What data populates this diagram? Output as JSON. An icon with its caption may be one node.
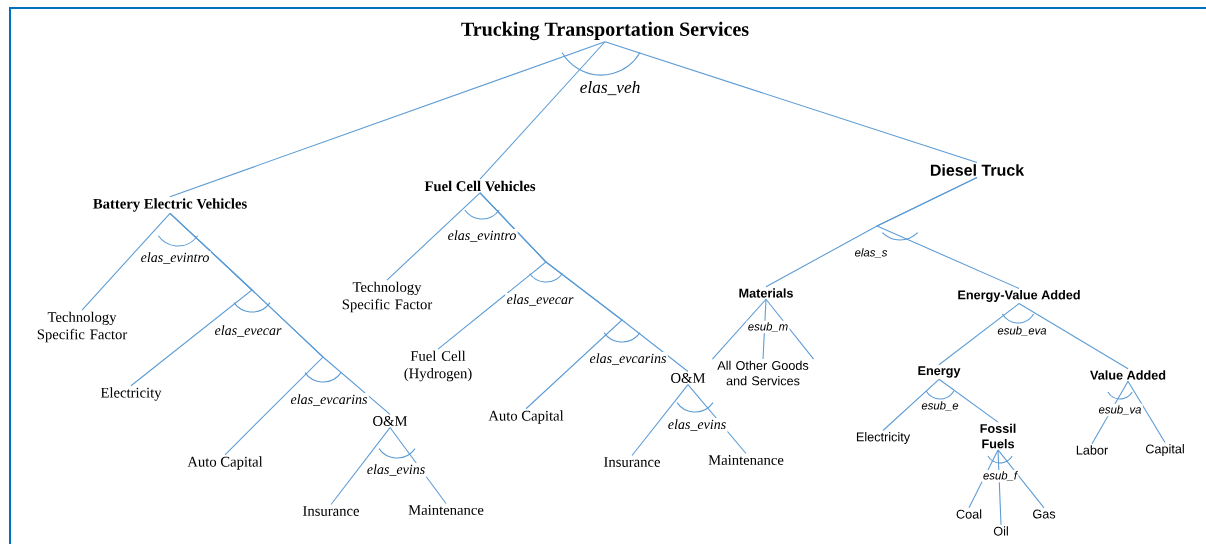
{
  "diagram": {
    "nodes": [
      {
        "text": [
          "Trucking Transportation Services"
        ]
      },
      {
        "text": [
          "Battery Electric Vehicles"
        ]
      },
      {
        "text": [
          "Fuel Cell Vehicles"
        ]
      },
      {
        "text": [
          "Diesel Truck"
        ]
      },
      {
        "text": [
          "Technology Specific Factor"
        ]
      },
      {
        "text": [
          "Electricity"
        ]
      },
      {
        "text": [
          "Auto Capital"
        ]
      },
      {
        "text": [
          "O&M"
        ]
      },
      {
        "text": [
          "Insurance"
        ]
      },
      {
        "text": [
          "Maintenance"
        ]
      },
      {
        "text": [
          "Technology Specific Factor"
        ]
      },
      {
        "text": [
          "Fuel Cell (Hydrogen)"
        ]
      },
      {
        "text": [
          "Auto Capital"
        ]
      },
      {
        "text": [
          "O&M"
        ]
      },
      {
        "text": [
          "Insurance"
        ]
      },
      {
        "text": [
          "Maintenance"
        ]
      },
      {
        "text": [
          "Materials"
        ]
      },
      {
        "text": [
          "Energy-Value Added"
        ]
      },
      {
        "text": [
          "All Other Goods and Services"
        ]
      },
      {
        "text": [
          "Energy"
        ]
      },
      {
        "text": [
          "Value Added"
        ]
      },
      {
        "text": [
          "Electricity"
        ]
      },
      {
        "text": [
          "Fossil Fuels"
        ]
      },
      {
        "text": [
          "Labor"
        ]
      },
      {
        "text": [
          "Capital"
        ]
      },
      {
        "text": [
          "Coal"
        ]
      },
      {
        "text": [
          "Oil"
        ]
      },
      {
        "text": [
          "Gas"
        ]
      }
    ],
    "edges": [
      {
        "from": 0,
        "to": 1,
        "arrow": "none"
      },
      {
        "from": 0,
        "to": 2,
        "arrow": "none"
      },
      {
        "from": 0,
        "to": 3,
        "arrow": "none"
      },
      {
        "from": 1,
        "to": 4,
        "arrow": "none"
      },
      {
        "from": 1,
        "to": 5,
        "arrow": "none"
      },
      {
        "from": 1,
        "to": 6,
        "arrow": "none"
      },
      {
        "from": 1,
        "to": 7,
        "arrow": "none"
      },
      {
        "from": 7,
        "to": 8,
        "arrow": "none"
      },
      {
        "from": 7,
        "to": 9,
        "arrow": "none"
      },
      {
        "from": 2,
        "to": 10,
        "arrow": "none"
      },
      {
        "from": 2,
        "to": 11,
        "arrow": "none"
      },
      {
        "from": 2,
        "to": 12,
        "arrow": "none"
      },
      {
        "from": 2,
        "to": 13,
        "arrow": "none"
      },
      {
        "from": 13,
        "to": 14,
        "arrow": "none"
      },
      {
        "from": 13,
        "to": 15,
        "arrow": "none"
      },
      {
        "from": 3,
        "to": 16,
        "arrow": "none"
      },
      {
        "from": 3,
        "to": 17,
        "arrow": "none"
      },
      {
        "from": 16,
        "to": 18,
        "arrow": "none"
      },
      {
        "from": 16,
        "to": 18,
        "arrow": "none"
      },
      {
        "from": 16,
        "to": 18,
        "arrow": "none"
      },
      {
        "from": 17,
        "to": 19,
        "arrow": "none"
      },
      {
        "from": 17,
        "to": 20,
        "arrow": "none"
      },
      {
        "from": 19,
        "to": 21,
        "arrow": "none"
      },
      {
        "from": 19,
        "to": 22,
        "arrow": "none"
      },
      {
        "from": 20,
        "to": 23,
        "arrow": "none"
      },
      {
        "from": 20,
        "to": 24,
        "arrow": "none"
      },
      {
        "from": 22,
        "to": 25,
        "arrow": "none"
      },
      {
        "from": 22,
        "to": 26,
        "arrow": "none"
      },
      {
        "from": 22,
        "to": 27,
        "arrow": "none"
      }
    ],
    "labels": [
      "elas_veh",
      "elas_evintro",
      "elas_evecar",
      "elas_evcarins",
      "elas_evins",
      "elas_evintro",
      "elas_evecar",
      "elas_evcarins",
      "elas_evins",
      "elas_s",
      "esub_m",
      "esub_eva",
      "esub_e",
      "esub_va",
      "esub_f"
    ]
  }
}
